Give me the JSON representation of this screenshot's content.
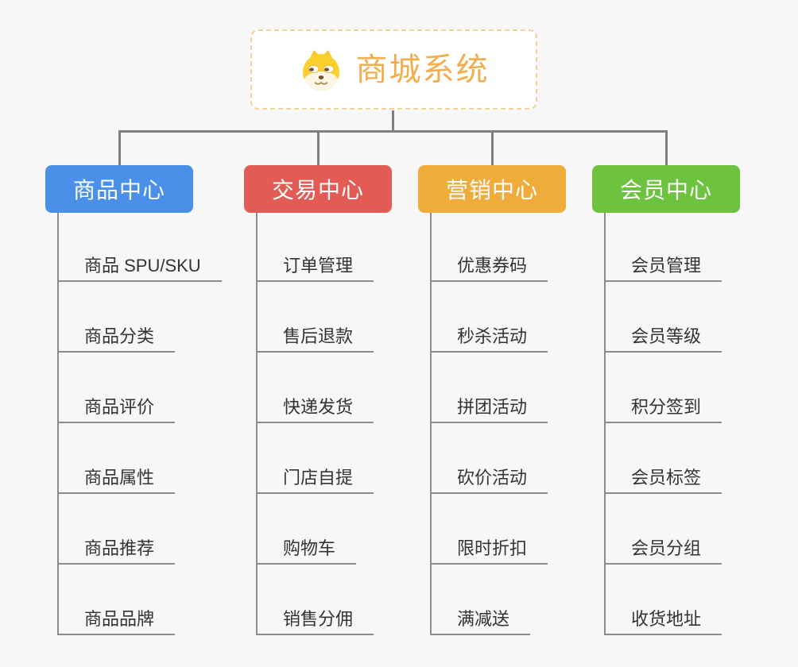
{
  "canvas": {
    "background_color": "#f7f7f7",
    "connector_color": "#7f7f7f",
    "branch_line_color": "#8c8c8c",
    "leaf_text_color": "#333333"
  },
  "root": {
    "title": "商城系统",
    "icon": "dog-face-icon",
    "title_color": "#f0ae4e",
    "border_color": "#f6cf96"
  },
  "branches": [
    {
      "label": "商品中心",
      "color": "#4a90e8",
      "items": [
        "商品 SPU/SKU",
        "商品分类",
        "商品评价",
        "商品属性",
        "商品推荐",
        "商品品牌"
      ]
    },
    {
      "label": "交易中心",
      "color": "#e25b55",
      "items": [
        "订单管理",
        "售后退款",
        "快递发货",
        "门店自提",
        "购物车",
        "销售分佣"
      ]
    },
    {
      "label": "营销中心",
      "color": "#efac3b",
      "items": [
        "优惠券码",
        "秒杀活动",
        "拼团活动",
        "砍价活动",
        "限时折扣",
        "满减送"
      ]
    },
    {
      "label": "会员中心",
      "color": "#6dc23e",
      "items": [
        "会员管理",
        "会员等级",
        "积分签到",
        "会员标签",
        "会员分组",
        "收货地址"
      ]
    }
  ]
}
